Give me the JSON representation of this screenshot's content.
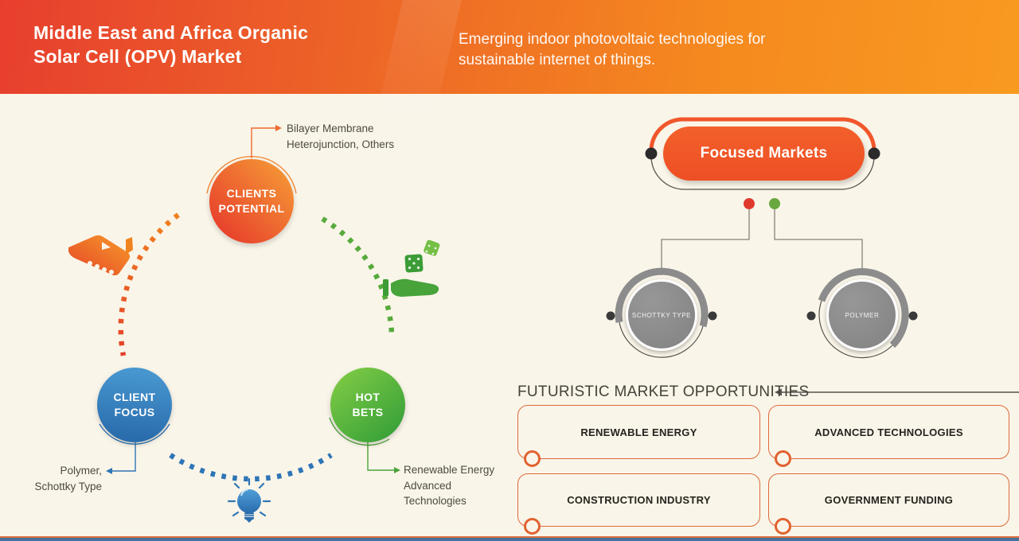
{
  "header": {
    "title": "Middle East and Africa Organic\nSolar Cell (OPV) Market",
    "subtitle": "Emerging indoor photovoltaic technologies for\nsustainable internet of things."
  },
  "left_diagram": {
    "clients_potential": {
      "label": "CLIENTS\nPOTENTIAL",
      "annotation": "Bilayer Membrane\nHeterojunction, Others"
    },
    "client_focus": {
      "label": "CLIENT\nFOCUS",
      "annotation": "Polymer,\nSchottky Type"
    },
    "hot_bets": {
      "label": "HOT\nBETS",
      "annotation": "Renewable Energy\nAdvanced\nTechnologies"
    }
  },
  "right_diagram": {
    "focused_markets_label": "Focused Markets",
    "market_nodes": [
      "SCHOTTKY TYPE",
      "POLYMER"
    ],
    "opportunities_heading": "FUTURISTIC MARKET OPPORTUNITIES",
    "opportunities": [
      "RENEWABLE ENERGY",
      "ADVANCED TECHNOLOGIES",
      "CONSTRUCTION INDUSTRY",
      "GOVERNMENT FUNDING"
    ]
  },
  "colors": {
    "header_gradient_start": "#e73f2e",
    "header_gradient_end": "#f89a20",
    "background": "#faf5e9",
    "accent_orange": "#ee5f28",
    "accent_blue": "#2e75b6",
    "accent_green": "#4ba339",
    "gray_node": "#8b8b8b",
    "box_border": "#dd6a3a",
    "bottom_bar_blue": "#46709e"
  }
}
